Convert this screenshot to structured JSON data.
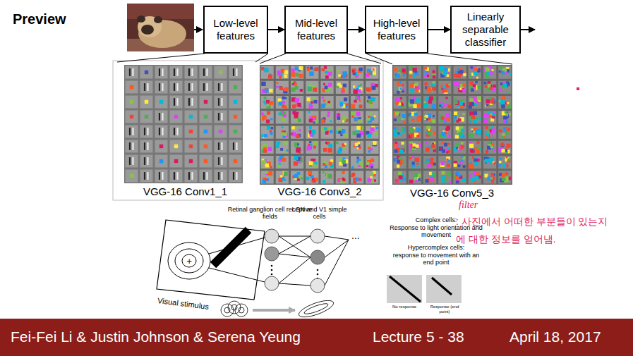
{
  "diagram": {
    "title": "Preview",
    "nodes": [
      {
        "text": [
          "Low-level features"
        ]
      },
      {
        "text": [
          "Mid-level features"
        ]
      },
      {
        "text": [
          "High-level features"
        ]
      },
      {
        "text": [
          "Linearly separable classifier"
        ]
      }
    ],
    "edges": [
      {
        "from": 0,
        "to": 1,
        "arrow": "to"
      },
      {
        "from": 1,
        "to": 2,
        "arrow": "to"
      },
      {
        "from": 2,
        "to": 3,
        "arrow": "to"
      }
    ],
    "labels": [
      "VGG-16 Conv1_1",
      "VGG-16 Conv3_2",
      "VGG-16 Conv5_3",
      "Retinal ganglion cell receptive fields",
      "LGN and V1 simple cells",
      "Visual stimulus",
      "...",
      "Complex cells:",
      "Response to light orientation and movement",
      "Hypercomplex cells:",
      "response to movement with an end point",
      "No response",
      "Response (end point)",
      "filter",
      ": 사진에서 어떠한 부분들이 있는지 에 대한 정보를 얻어냄.",
      "Fei-Fei Li & Justin Johnson & Serena Yeung",
      "Lecture 5 - 38",
      "April 18, 2017"
    ]
  }
}
